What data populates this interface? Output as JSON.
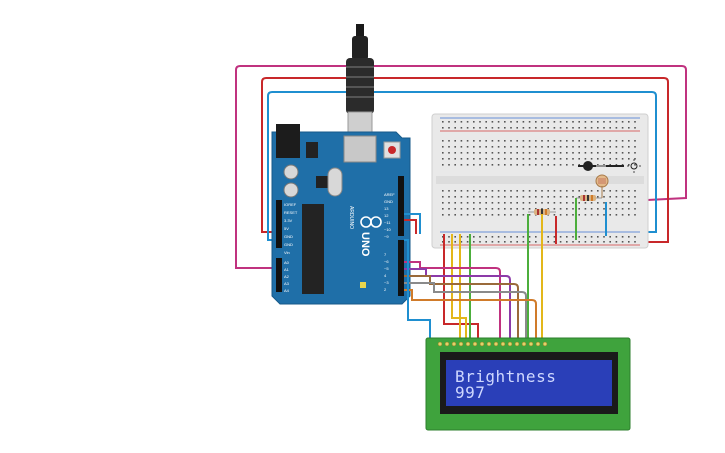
{
  "circuit": {
    "board_name": "UNO",
    "board_brand": "ARDUINO",
    "board_color": "#1f6fa8",
    "breadboard_color": "#e9e9e9",
    "wire_colors": {
      "magenta": "#c0327f",
      "red": "#c8282a",
      "blue": "#1f8fd0",
      "green": "#4cae3c",
      "yellow": "#e3b71a",
      "purple": "#8c3aa8",
      "brown": "#9a6a3a",
      "gray": "#8a8a8a",
      "orange": "#d07b2a"
    }
  },
  "lcd": {
    "line1": "Brightness",
    "line2": "997",
    "pcb_color": "#3fa33d",
    "screen_color": "#2a3fb8"
  },
  "components": {
    "resistor_icon": "resistor-icon",
    "photoresistor_icon": "photoresistor-icon",
    "sun_icon": "light-source-icon",
    "usb_icon": "usb-cable-icon"
  }
}
